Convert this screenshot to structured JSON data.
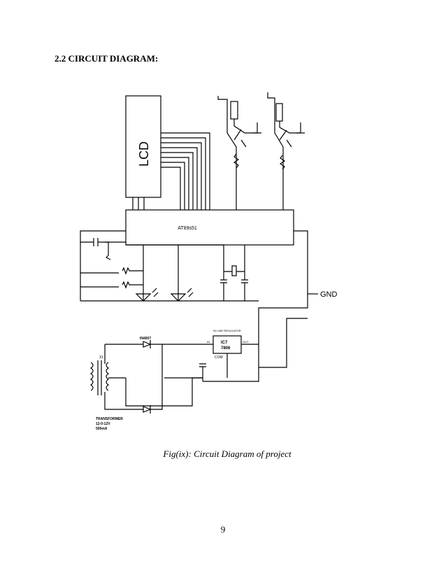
{
  "heading": "2.2 CIRCUIT DIAGRAM:",
  "diagram": {
    "lcd_label": "LCD",
    "mcu_label": "AT89s51",
    "gnd_label": "GND",
    "diode_label": "IN4007",
    "regulator_title": "IN LINE REGULATOR",
    "regulator_line1": "IC7",
    "regulator_line2": "7806",
    "regulator_in": "IN",
    "regulator_out": "OUT",
    "regulator_com": "COM",
    "transformer_ref": "X1",
    "transformer_label": "TRANSFORMER",
    "transformer_rating": "12-0-12V",
    "transformer_current": "500mA"
  },
  "caption": "Fig(ix): Circuit Diagram of project",
  "page_number": "9"
}
